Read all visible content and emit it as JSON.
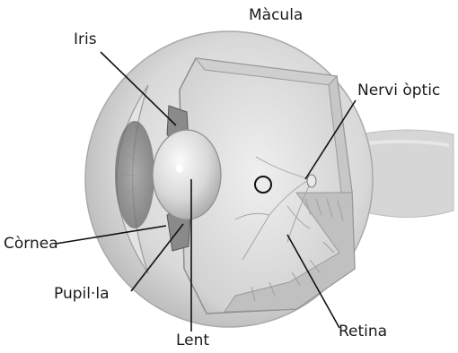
{
  "diagram": {
    "labels": {
      "macula": "Màcula",
      "iris": "Iris",
      "optic_nerve": "Nervi òptic",
      "cornea": "Còrnea",
      "pupil": "Pupil·la",
      "lens": "Lent",
      "retina": "Retina"
    }
  }
}
